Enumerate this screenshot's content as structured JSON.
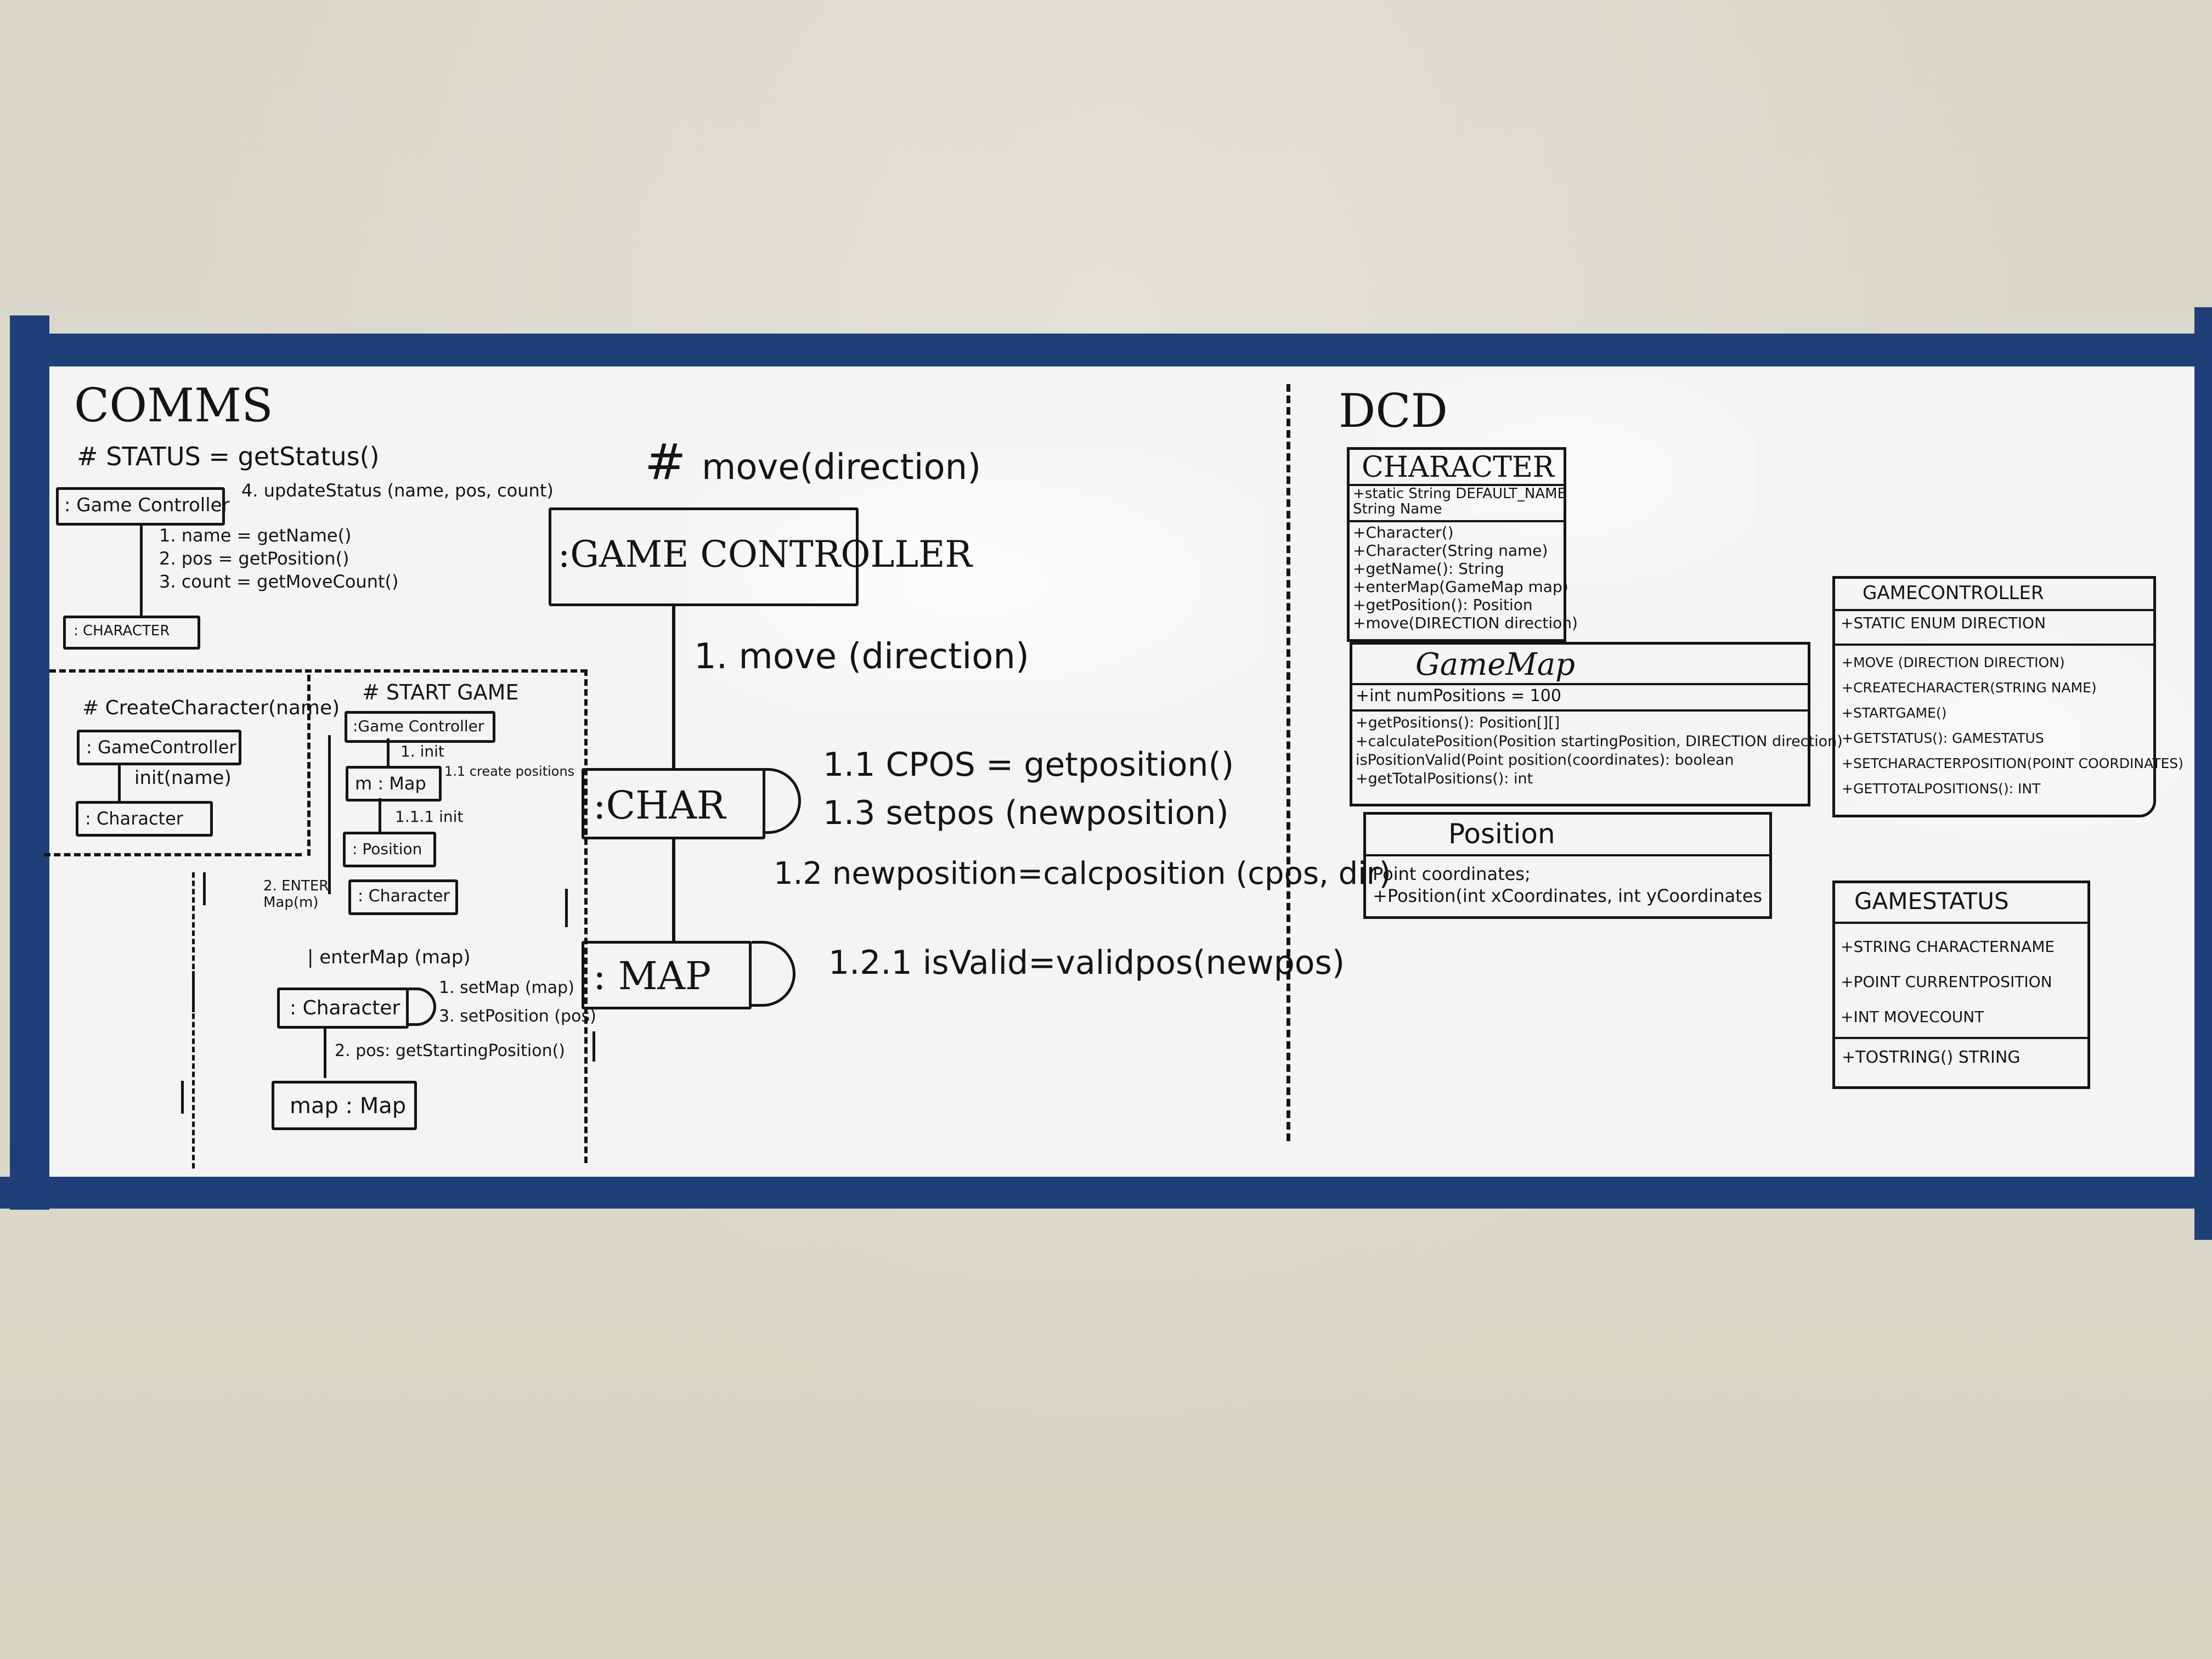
{
  "board": {
    "comms_heading": "COMMS",
    "dcd_heading": "DCD"
  },
  "comms_status": {
    "header": "STATUS = getStatus()",
    "controller": ": Game Controller",
    "update_msg": "4. updateStatus (name, pos, count)",
    "msg1": "1. name = getName()",
    "msg2": "2. pos = getPosition()",
    "msg3": "3. count = getMoveCount()",
    "character": ": CHARACTER"
  },
  "comms_create": {
    "header": "CreateCharacter(name)",
    "controller": ": GameController",
    "init_msg": "init(name)",
    "character": ": Character"
  },
  "comms_start": {
    "header": "START GAME",
    "controller": ":Game Controller",
    "init": "1. init",
    "map": "m : Map",
    "create_positions": "1.1 create positions",
    "init2": "1.1.1 init",
    "position": ": Position",
    "enter_map": "2. ENTER Map(m)",
    "character": ": Character"
  },
  "comms_enter": {
    "header": "enterMap (map)",
    "character": ": Character",
    "set_map": "1. setMap (map)",
    "set_position": "3. setPosition (pos)",
    "get_pos": "2. pos: getStartingPosition()",
    "map_obj": "map : Map"
  },
  "comms_move": {
    "header": "move(direction)",
    "controller": ":GAME CONTROLLER",
    "move_msg": "1. move (direction)",
    "char": ":CHAR",
    "msg11": "1.1 CPOS = getposition()",
    "msg13": "1.3 setpos (newposition)",
    "msg12": "1.2 newposition=calcposition (cpos, dir)",
    "map": ": MAP",
    "msg121": "1.2.1 isValid=validpos(newpos)"
  },
  "dcd_character": {
    "name": "CHARACTER",
    "attrs": [
      "+static String DEFAULT_NAME",
      "String Name"
    ],
    "methods": [
      "+Character()",
      "+Character(String name)",
      "+getName(): String",
      "+enterMap(GameMap map)",
      "+getPosition(): Position",
      "+move(DIRECTION direction)"
    ]
  },
  "dcd_gamemap": {
    "name": "GameMap",
    "attrs": [
      "+int numPositions = 100"
    ],
    "methods": [
      "+getPositions(): Position[][]",
      "+calculatePosition(Position startingPosition, DIRECTION direction)",
      "isPositionValid(Point position(coordinates): boolean",
      "+getTotalPositions(): int"
    ]
  },
  "dcd_position": {
    "name": "Position",
    "attrs": [
      "Point coordinates;",
      "+Position(int xCoordinates, int yCoordinates"
    ]
  },
  "dcd_gamecontroller": {
    "name": "GAMECONTROLLER",
    "attrs": [
      "+STATIC ENUM DIRECTION"
    ],
    "methods": [
      "+MOVE (DIRECTION DIRECTION)",
      "+CREATECHARACTER(STRING NAME)",
      "+STARTGAME()",
      "+GETSTATUS(): GAMESTATUS",
      "+SETCHARACTERPOSITION(POINT COORDINATES)",
      "+GETTOTALPOSITIONS(): INT"
    ]
  },
  "dcd_gamestatus": {
    "name": "GAMESTATUS",
    "attrs": [
      "+STRING CHARACTERNAME",
      "+POINT CURRENTPOSITION",
      "+INT MOVECOUNT"
    ],
    "methods": [
      "+TOSTRING() STRING"
    ]
  }
}
